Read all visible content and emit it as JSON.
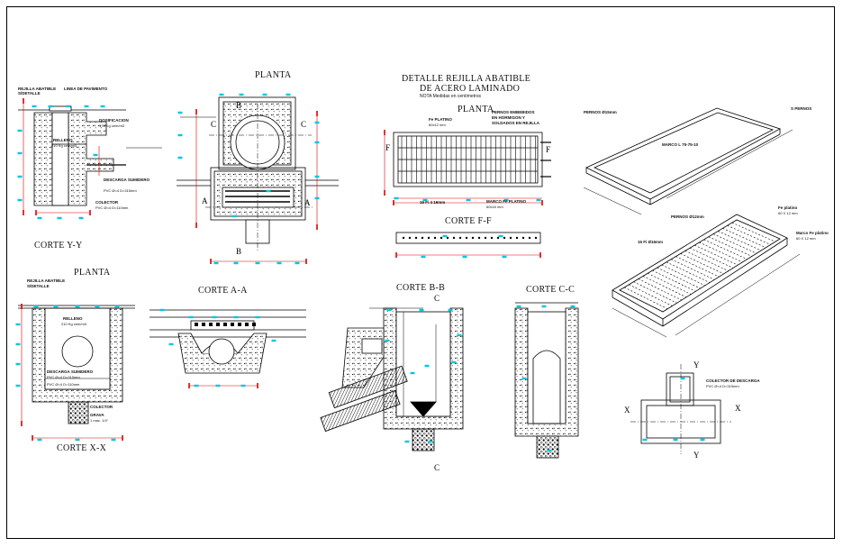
{
  "titles": {
    "planta_top": "PLANTA",
    "detalle_line1": "DETALLE REJILLA ABATIBLE",
    "detalle_line2": "DE ACERO LAMINADO",
    "nota": "NOTA  Medidas en centímetros",
    "planta_rejilla": "PLANTA",
    "corte_ff": "CORTE F-F",
    "corte_yy": "CORTE Y-Y",
    "planta_left": "PLANTA",
    "corte_aa": "CORTE A-A",
    "corte_bb": "CORTE B-B",
    "corte_cc": "CORTE C-C",
    "corte_xx": "CORTE X-X"
  },
  "section_markers": {
    "b_top": "B",
    "b_bottom": "B",
    "c_left": "C",
    "c_right": "C",
    "a_left": "A",
    "a_right": "A",
    "f_left": "F",
    "f_right": "F",
    "c_bb_top": "C",
    "c_bb_bottom": "C",
    "x_left": "X",
    "x_right": "X",
    "y_top": "Y",
    "y_bottom": "Y"
  },
  "notes": {
    "rejilla_abatible": "REJILLA ABATIBLE",
    "s_detalle": "S/DETALLE",
    "linea_pavimento": "LINEA DE PAVIMENTO",
    "dosificacion": "DOSIFICACION",
    "dosificacion_val": "170 Kg cem/m3",
    "relleno": "RELLENO",
    "relleno_val": "210 Kg cem/m3",
    "descarga_sumidero": "DESCARGA SUMIDERO",
    "pvc_315": "PVC Ø=4 D=315mm",
    "colector": "COLECTOR",
    "pvc_110": "PVC Ø=4 D=110mm",
    "grava": "GRAVA",
    "grava_val": "1 mac. 1/4\"",
    "platina": "Fe PLATINO",
    "platina_val": "60x12 mm",
    "pernos": "PERNOS EMBEBIDOS",
    "pernos_val": "EN HORMIGON Y",
    "pernos_val2": "SOLDADOS EN REJILLA",
    "marco_platina": "MARCO Fe PLATINO",
    "marco_platina_val": "60x16 mm",
    "fe_16": "16 Fi 4 16mm",
    "pernos_15": "PERNOS Ø15mm",
    "marco_l": "MARCO L 75-75-10",
    "s_pernos": "S PERNOS",
    "fe_platina": "Fe platino",
    "fe_platina_val": "60 X 12 mm",
    "fi_16": "16 Fi Ø16mm",
    "pernos_12": "PERNOS Ø12mm",
    "marco_platina2": "Marco Fe platino",
    "marco_platina2_val": "60 X 12 mm",
    "colector_descarga": "COLECTOR DE DESCARGA",
    "colector_descarga_val": "PVC Ø=4 D=315mm"
  }
}
